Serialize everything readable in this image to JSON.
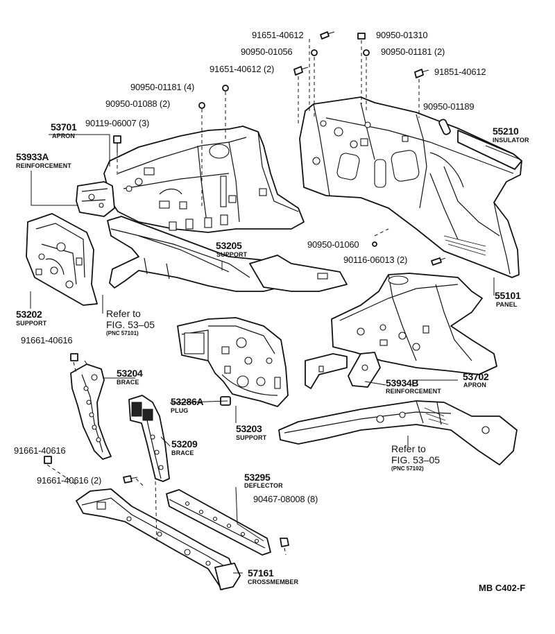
{
  "figure_code": "MB C402-F",
  "parts": {
    "p55210": {
      "number": "55210",
      "name": "INSULATOR"
    },
    "p55101": {
      "number": "55101",
      "name": "PANEL"
    },
    "p53701": {
      "number": "53701",
      "name": "APRON"
    },
    "p53933a": {
      "number": "53933A",
      "name": "REINFORCEMENT"
    },
    "p53202": {
      "number": "53202",
      "name": "SUPPORT"
    },
    "p53205": {
      "number": "53205",
      "name": "SUPPORT"
    },
    "p53204": {
      "number": "53204",
      "name": "BRACE"
    },
    "p53286a": {
      "number": "53286A",
      "name": "PLUG"
    },
    "p53209": {
      "number": "53209",
      "name": "BRACE"
    },
    "p53203": {
      "number": "53203",
      "name": "SUPPORT"
    },
    "p53934b": {
      "number": "53934B",
      "name": "REINFORCEMENT"
    },
    "p53702": {
      "number": "53702",
      "name": "APRON"
    },
    "p53295": {
      "number": "53295",
      "name": "DEFLECTOR"
    },
    "p57161": {
      "number": "57161",
      "name": "CROSSMEMBER"
    }
  },
  "fasteners": {
    "f1": "91651-40612",
    "f2": "90950-01310",
    "f3": "90950-01056",
    "f4": "90950-01181 (2)",
    "f5": "91651-40612 (2)",
    "f6": "91851-40612",
    "f7": "90950-01181 (4)",
    "f8": "90950-01088 (2)",
    "f9": "90950-01189",
    "f10": "90119-06007 (3)",
    "f11": "90950-01060",
    "f12": "90116-06013 (2)",
    "f13": "91661-40616",
    "f14": "91661-40616",
    "f15": "91661-40616 (2)",
    "f16": "90467-08008 (8)"
  },
  "references": {
    "ref1": {
      "line1": "Refer to",
      "line2": "FIG. 53–05",
      "pnc": "(PNC 57101)"
    },
    "ref2": {
      "line1": "Refer to",
      "line2": "FIG. 53–05",
      "pnc": "(PNC 57102)"
    }
  }
}
